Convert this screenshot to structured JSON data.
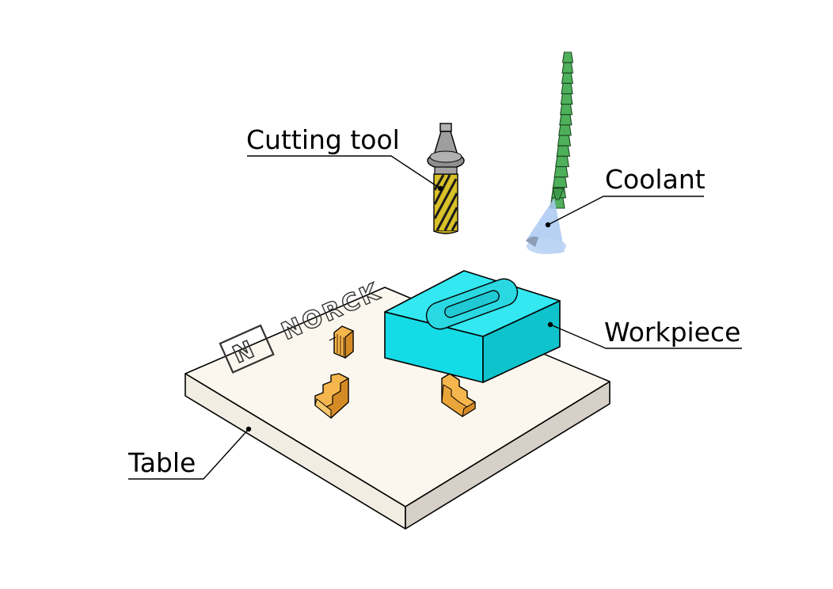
{
  "labels": {
    "cutting_tool": "Cutting tool",
    "coolant": "Coolant",
    "workpiece": "Workpiece",
    "table": "Table"
  },
  "logo": {
    "mark": "N",
    "text": "NORCK"
  },
  "colors": {
    "table_top": "#fbf7ee",
    "table_front": "#f2ede2",
    "table_side": "#d6d0c8",
    "workpiece_top": "#33e8f0",
    "workpiece_front": "#15dbe6",
    "workpiece_side": "#0ec3cc",
    "clamp": "#f5b64d",
    "coolant_pipe": "#4fb05b",
    "coolant_spray": "#a9c9f2",
    "tool_holder": "#a6a6a6",
    "tool_flute": "#d8c028"
  }
}
